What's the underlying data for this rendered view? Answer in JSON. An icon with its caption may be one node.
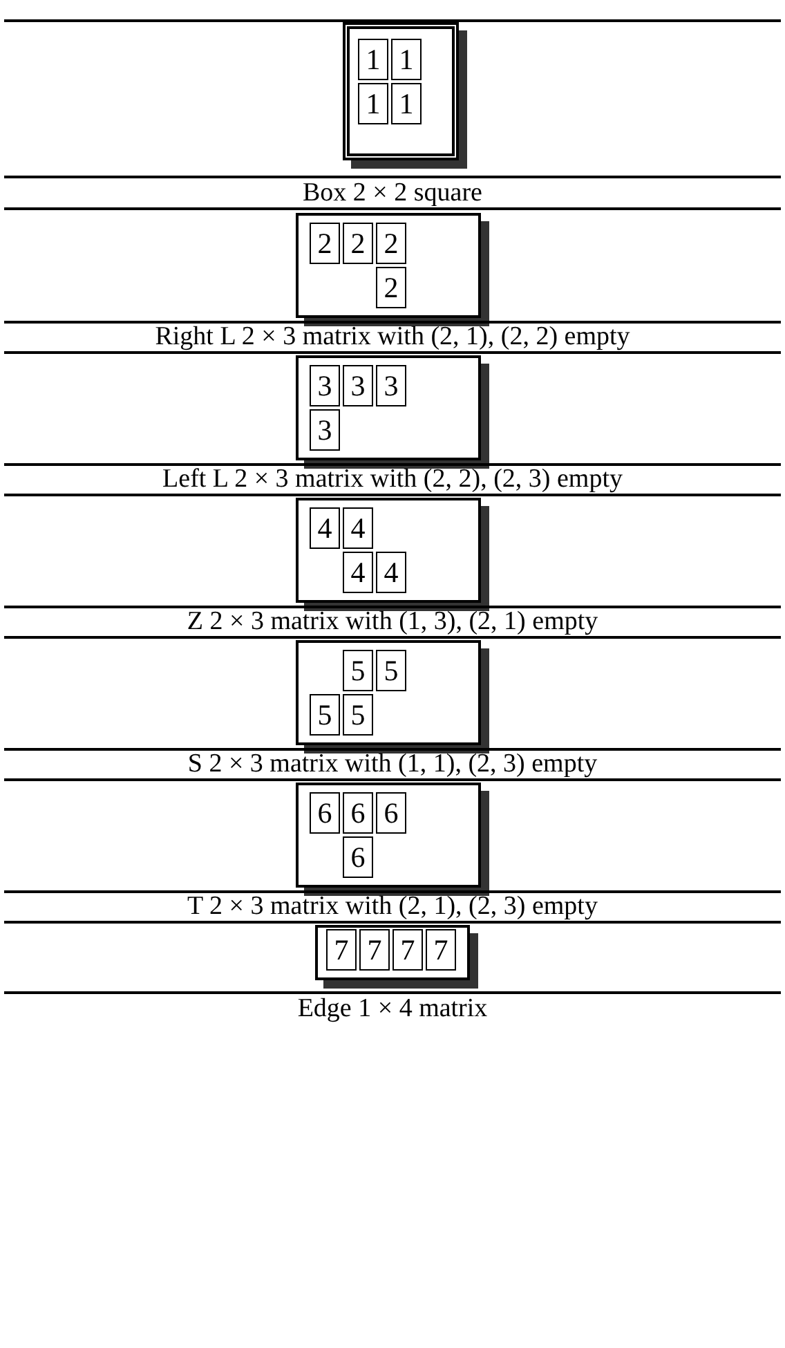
{
  "diagram": {
    "nodes": [
      {
        "text": [],
        "shape": "box",
        "beside": [
          "Box 2 × 2 square"
        ]
      },
      {
        "text": [
          "1"
        ],
        "in": 0
      },
      {
        "text": [
          "1"
        ],
        "in": 0
      },
      {
        "text": [
          "1"
        ],
        "in": 0
      },
      {
        "text": [
          "1"
        ],
        "in": 0
      },
      {
        "text": [],
        "shape": "box",
        "beside": [
          "Right L 2 × 3 matrix with (2, 1), (2, 2) empty"
        ]
      },
      {
        "text": [
          "2"
        ],
        "in": 5
      },
      {
        "text": [
          "2"
        ],
        "in": 5
      },
      {
        "text": [
          "2"
        ],
        "in": 5
      },
      {
        "text": [
          "2"
        ],
        "in": 5
      },
      {
        "text": [],
        "shape": "box",
        "beside": [
          "Left L 2 × 3 matrix with (2, 2), (2, 3) empty"
        ]
      },
      {
        "text": [
          "3"
        ],
        "in": 10
      },
      {
        "text": [
          "3"
        ],
        "in": 10
      },
      {
        "text": [
          "3"
        ],
        "in": 10
      },
      {
        "text": [
          "3"
        ],
        "in": 10
      },
      {
        "text": [],
        "shape": "box",
        "beside": [
          "Z 2 × 3 matrix with (1, 3), (2, 1) empty"
        ]
      },
      {
        "text": [
          "4"
        ],
        "in": 15
      },
      {
        "text": [
          "4"
        ],
        "in": 15
      },
      {
        "text": [
          "4"
        ],
        "in": 15
      },
      {
        "text": [
          "4"
        ],
        "in": 15
      },
      {
        "text": [],
        "shape": "box",
        "beside": [
          "S 2 × 3 matrix with (1, 1), (2, 3) empty"
        ]
      },
      {
        "text": [
          "5"
        ],
        "in": 20
      },
      {
        "text": [
          "5"
        ],
        "in": 20
      },
      {
        "text": [
          "5"
        ],
        "in": 20
      },
      {
        "text": [
          "5"
        ],
        "in": 20
      },
      {
        "text": [],
        "shape": "box",
        "beside": [
          "T 2 × 3 matrix with (2, 1), (2, 3) empty"
        ]
      },
      {
        "text": [
          "6"
        ],
        "in": 25
      },
      {
        "text": [
          "6"
        ],
        "in": 25
      },
      {
        "text": [
          "6"
        ],
        "in": 25
      },
      {
        "text": [
          "6"
        ],
        "in": 25
      },
      {
        "text": [],
        "shape": "box",
        "beside": [
          "Edge 1 × 4 matrix"
        ]
      },
      {
        "text": [
          "7"
        ],
        "in": 30
      },
      {
        "text": [
          "7"
        ],
        "in": 30
      },
      {
        "text": [
          "7"
        ],
        "in": 30
      },
      {
        "text": [
          "7"
        ],
        "in": 30
      }
    ]
  }
}
